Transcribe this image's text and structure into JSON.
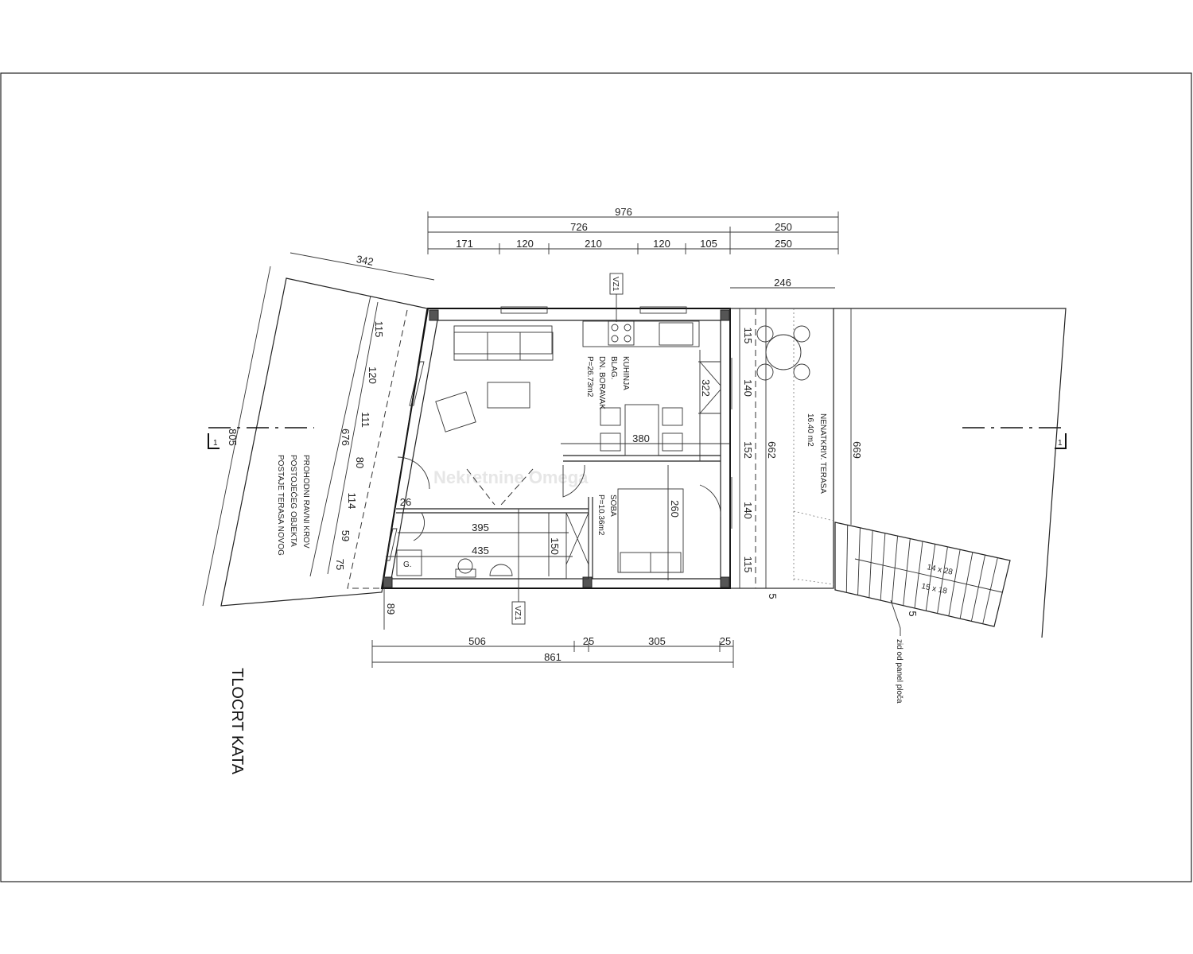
{
  "title": "TLOCRT KATA",
  "watermark": "Nekretnine Omega",
  "colors": {
    "line": "#222222",
    "column_fill": "#555555",
    "background": "#ffffff"
  },
  "top_dimensions": {
    "total": "976",
    "row2": [
      "726",
      "250"
    ],
    "row3": [
      "171",
      "120",
      "210",
      "120",
      "105",
      "250"
    ]
  },
  "roof_width": "342",
  "left_dimensions": {
    "outer": "805",
    "total": "676",
    "chain": [
      "115",
      "120",
      "111",
      "80",
      "114",
      "59",
      "75"
    ],
    "bottom": "89"
  },
  "right_dimensions": {
    "chain": [
      "115",
      "140",
      "152",
      "140",
      "115"
    ],
    "terrace_depth": "662",
    "outer_depth": "669",
    "terrace_width": "246",
    "wall_a": "5",
    "wall_b": "5"
  },
  "bottom_dimensions": {
    "row1": [
      "506",
      "25",
      "305",
      "25"
    ],
    "total": "861"
  },
  "interior_dimensions": {
    "kitchen_depth": "322",
    "living_width": "380",
    "room_depth": "260",
    "corridor": "395",
    "bath": "435",
    "bath_depth": "150",
    "wall": "26"
  },
  "vz_tags": [
    "VZ1",
    "VZ1"
  ],
  "rooms": {
    "living": [
      "KUHINJA",
      "BLAG.",
      "DN. BORAVAK",
      "P=26.73m2"
    ],
    "bedroom": [
      "SOBA",
      "P=10.36m2"
    ],
    "terrace": [
      "NENATKRIV. TERASA",
      "16.40 m2"
    ],
    "roof_note": [
      "PROHODNI RAVNI KROV",
      "POSTOJEĆEG OBJEKTA",
      "POSTAJE TERASA NOVOG"
    ],
    "stairs": [
      "14 x 28",
      "15 x 18"
    ],
    "wall_note": "zid od panel ploča",
    "boiler": "G."
  },
  "section_marks": [
    "1",
    "1"
  ]
}
